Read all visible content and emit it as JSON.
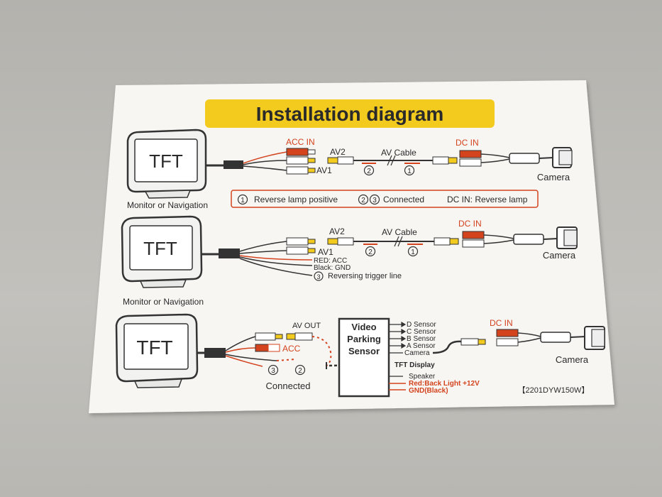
{
  "title": "Installation diagram",
  "monitor_label": "TFT",
  "section1": {
    "acc_in": "ACC IN",
    "av2": "AV2",
    "av1": "AV1",
    "av_cable": "AV Cable",
    "marker_2": "2",
    "marker_1": "1",
    "dc_in": "DC IN",
    "camera": "Camera",
    "monitor_caption": "Monitor or Navigation"
  },
  "legend": {
    "item1_num": "1",
    "item1_text": "Reverse lamp positive",
    "item2_num_a": "2",
    "item2_num_b": "3",
    "item2_text": "Connected",
    "item3_text": "DC IN: Reverse lamp"
  },
  "section2": {
    "av2": "AV2",
    "av1": "AV1",
    "av_cable": "AV Cable",
    "marker_2": "2",
    "marker_1": "1",
    "dc_in": "DC IN",
    "camera": "Camera",
    "red_acc": "RED: ACC",
    "black_gnd": "Black: GND",
    "marker_3": "3",
    "reversing": "Reversing trigger line",
    "monitor_caption": "Monitor or Navigation"
  },
  "section3": {
    "av_out": "AV OUT",
    "acc": "ACC",
    "marker_3": "3",
    "marker_2": "2",
    "connected": "Connected",
    "box_line1": "Video",
    "box_line2": "Parking",
    "box_line3": "Sensor",
    "d_sensor": "D Sensor",
    "c_sensor": "C Sensor",
    "b_sensor": "B Sensor",
    "a_sensor": "A Sensor",
    "camera_port": "Camera",
    "tft_display": "TFT Display",
    "speaker": "Speaker",
    "back_light": "Red:Back Light +12V",
    "gnd": "GND(Black)",
    "dc_in": "DC IN",
    "camera": "Camera",
    "model_code": "【2201DYW150W】"
  },
  "colors": {
    "title_bg": "#f3cb1f",
    "accent_red": "#d3431e",
    "paper": "#f7f6f3"
  }
}
